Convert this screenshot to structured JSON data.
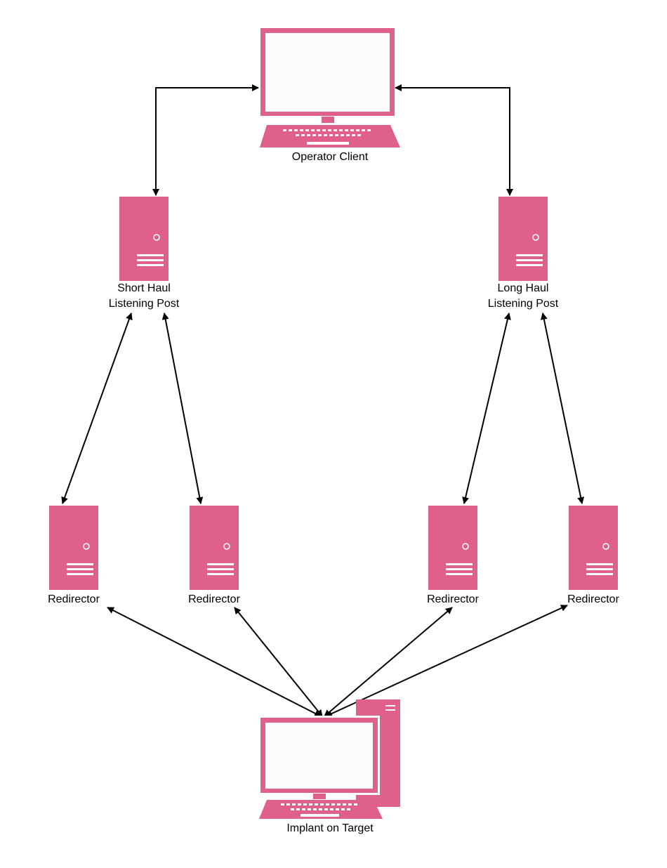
{
  "colors": {
    "node_fill": "#df6088",
    "screen_fill": "#fdfafb",
    "detail": "#ffffff",
    "edge": "#000000"
  },
  "nodes": {
    "operator_client": {
      "icon": "laptop-icon",
      "label": "Operator Client"
    },
    "short_haul": {
      "icon": "server-tower-icon",
      "label_line1": "Short Haul",
      "label_line2": "Listening Post"
    },
    "long_haul": {
      "icon": "server-tower-icon",
      "label_line1": "Long Haul",
      "label_line2": "Listening Post"
    },
    "redirector_1": {
      "icon": "server-tower-icon",
      "label": "Redirector"
    },
    "redirector_2": {
      "icon": "server-tower-icon",
      "label": "Redirector"
    },
    "redirector_3": {
      "icon": "server-tower-icon",
      "label": "Redirector"
    },
    "redirector_4": {
      "icon": "server-tower-icon",
      "label": "Redirector"
    },
    "implant": {
      "icon": "desktop-computer-icon",
      "label": "Implant on Target"
    }
  },
  "edges": [
    {
      "from": "operator_client",
      "to": "short_haul",
      "direction": "bidirectional"
    },
    {
      "from": "operator_client",
      "to": "long_haul",
      "direction": "bidirectional"
    },
    {
      "from": "short_haul",
      "to": "redirector_1",
      "direction": "bidirectional"
    },
    {
      "from": "short_haul",
      "to": "redirector_2",
      "direction": "bidirectional"
    },
    {
      "from": "long_haul",
      "to": "redirector_3",
      "direction": "bidirectional"
    },
    {
      "from": "long_haul",
      "to": "redirector_4",
      "direction": "bidirectional"
    },
    {
      "from": "redirector_1",
      "to": "implant",
      "direction": "bidirectional"
    },
    {
      "from": "redirector_2",
      "to": "implant",
      "direction": "bidirectional"
    },
    {
      "from": "redirector_3",
      "to": "implant",
      "direction": "bidirectional"
    },
    {
      "from": "redirector_4",
      "to": "implant",
      "direction": "bidirectional"
    }
  ]
}
